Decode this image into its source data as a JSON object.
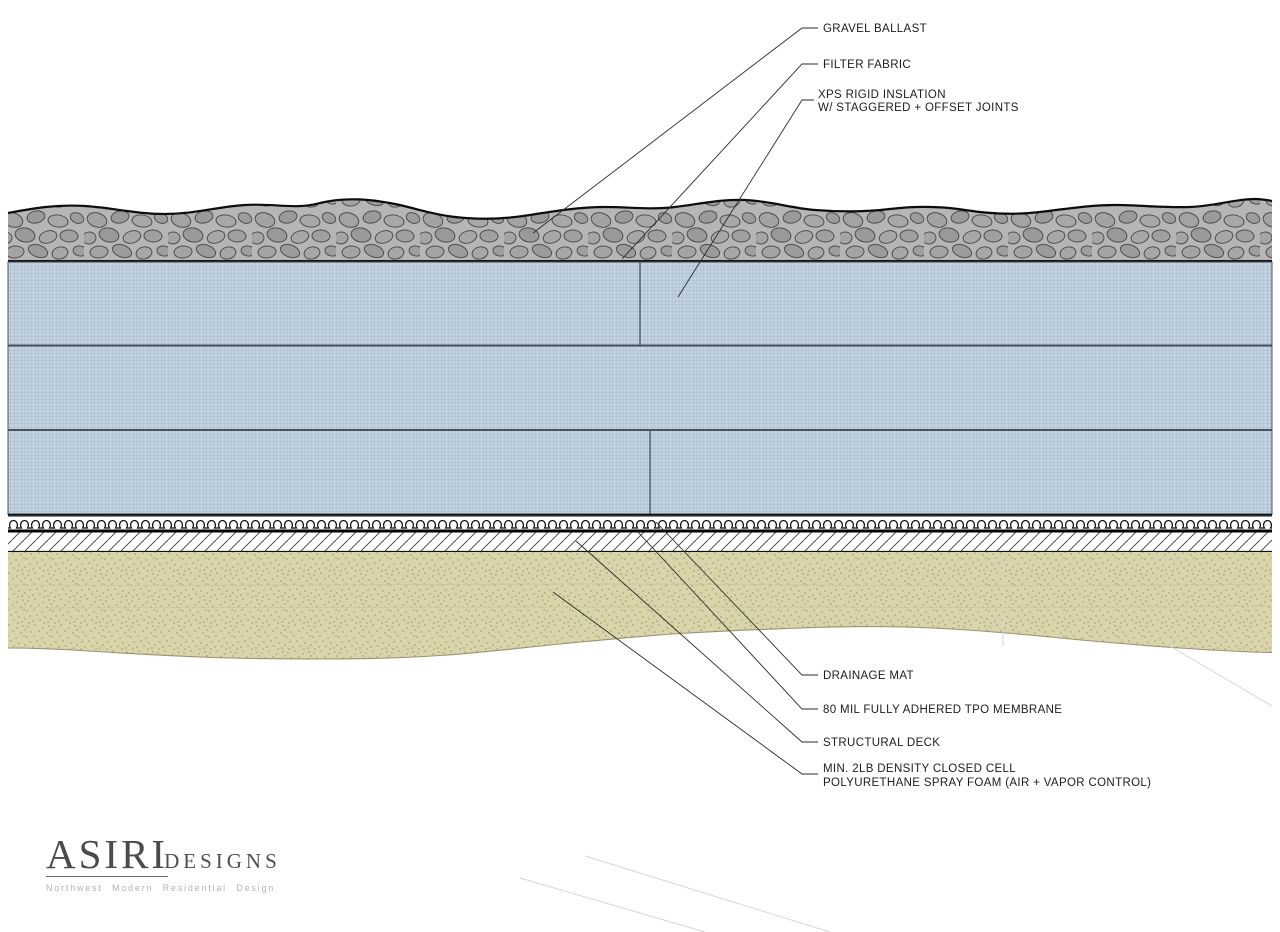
{
  "callouts": {
    "top": [
      {
        "id": "gravel-ballast",
        "lines": [
          "GRAVEL BALLAST"
        ]
      },
      {
        "id": "filter-fabric",
        "lines": [
          "FILTER FABRIC"
        ]
      },
      {
        "id": "xps-insulation",
        "lines": [
          "XPS RIGID INSLATION",
          "W/ STAGGERED + OFFSET JOINTS"
        ]
      }
    ],
    "bottom": [
      {
        "id": "drainage-mat",
        "lines": [
          "DRAINAGE MAT"
        ]
      },
      {
        "id": "tpo-membrane",
        "lines": [
          "80 MIL FULLY ADHERED TPO MEMBRANE"
        ]
      },
      {
        "id": "structural-deck",
        "lines": [
          "STRUCTURAL DECK"
        ]
      },
      {
        "id": "spray-foam",
        "lines": [
          "MIN. 2LB DENSITY CLOSED CELL",
          "POLYURETHANE SPRAY FOAM (AIR + VAPOR CONTROL)"
        ]
      }
    ]
  },
  "logo": {
    "name": "ASIRI",
    "suffix": "DESIGNS",
    "tagline": "Northwest Modern Residential Design"
  },
  "colors": {
    "gravel_base": "#b6b6b6",
    "stone_outline": "#4e4e4e",
    "insulation_base": "#c3d2e0",
    "insulation_grid": "#8aa1b6",
    "course_divider": "#49525c",
    "foam_base": "#dad4aa",
    "foam_dot": "#8f8757",
    "deck_hatch": "#3a3a3a",
    "leader": "#2b2b2b"
  }
}
